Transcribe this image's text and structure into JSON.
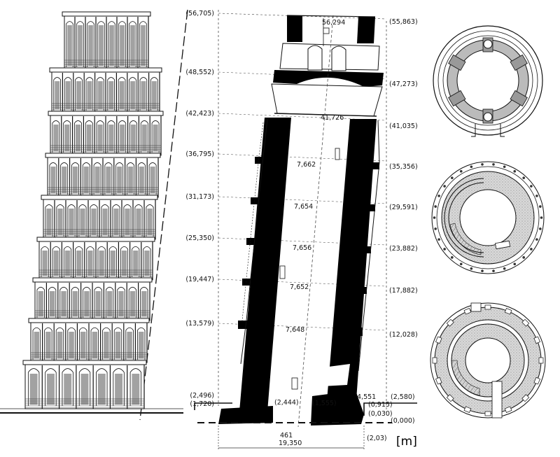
{
  "unit_label": "[m]",
  "section": {
    "left_levels": [
      "(56,705)",
      "(48,552)",
      "(42,423)",
      "(36,795)",
      "(31,173)",
      "(25,350)",
      "(19,447)",
      "(13,579)",
      "(2,496)",
      "(1,720)"
    ],
    "right_levels": [
      "(55,863)",
      "(47,273)",
      "(41,035)",
      "(35,356)",
      "(29,591)",
      "(23,882)",
      "(17,882)",
      "(12,028)",
      "(2,580)",
      "(0,915)",
      "(0,030)",
      "(0,000)",
      "(2,03)"
    ],
    "inner_labels": [
      "56,294",
      "41,726",
      "7,662",
      "7,654",
      "7,656",
      "7,652",
      "7,648",
      "(2,444)",
      "(1,555)",
      "4,551"
    ],
    "bottom_labels": [
      "461",
      "19,350"
    ]
  },
  "plans": {
    "count": 3
  }
}
